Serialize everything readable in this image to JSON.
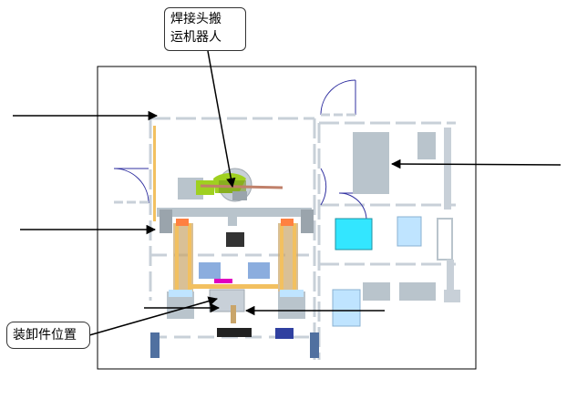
{
  "labels": {
    "welding_head_robot": [
      "焊接头搬",
      "运机器人"
    ],
    "loading_position": "装卸件位置"
  },
  "colors": {
    "outline": "#000000",
    "fence": "#c8d0d8",
    "machine_grey": "#b9c4cc",
    "rail_yellow": "#f2c060",
    "robot_green": "#9fd020",
    "cyan_box": "#33e6ff",
    "light_blue": "#bfe4ff",
    "magenta": "#e000c0",
    "door_blue": "#3030a0"
  },
  "icons": [
    "arrow-pointer",
    "door-swing-icon"
  ]
}
